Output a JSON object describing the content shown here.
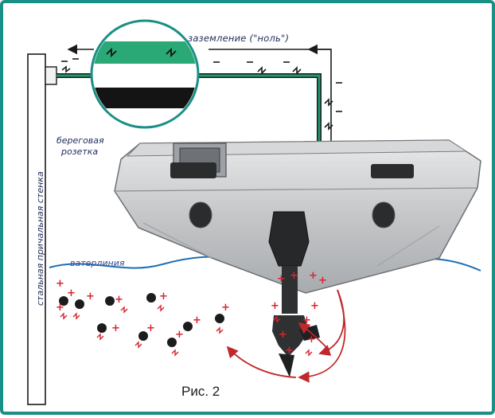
{
  "colors": {
    "frame": "#1a8f86",
    "cable_green": "#1f9a6c",
    "ground_stripe": "#2aa876",
    "insulation_black": "#141414",
    "plus_red": "#d7262e",
    "arrow_red": "#c0282b",
    "water_blue": "#1f6fb5",
    "hull_grey": "#b9bcbf"
  },
  "labels": {
    "ground_wire": "заземление (\"ноль\")",
    "shore_socket_line1": "береговая",
    "shore_socket_line2": "розетка",
    "berth_wall": "стальная причальная стенка",
    "waterline": "ватерлиния",
    "caption": "Рис. 2"
  },
  "symbols": {
    "plus": "+",
    "minus": "−"
  },
  "icons": [
    "power-cable-crosssection-icon",
    "spark-icon",
    "boat-hull-icon",
    "outboard-motor-icon",
    "ion-icon"
  ]
}
